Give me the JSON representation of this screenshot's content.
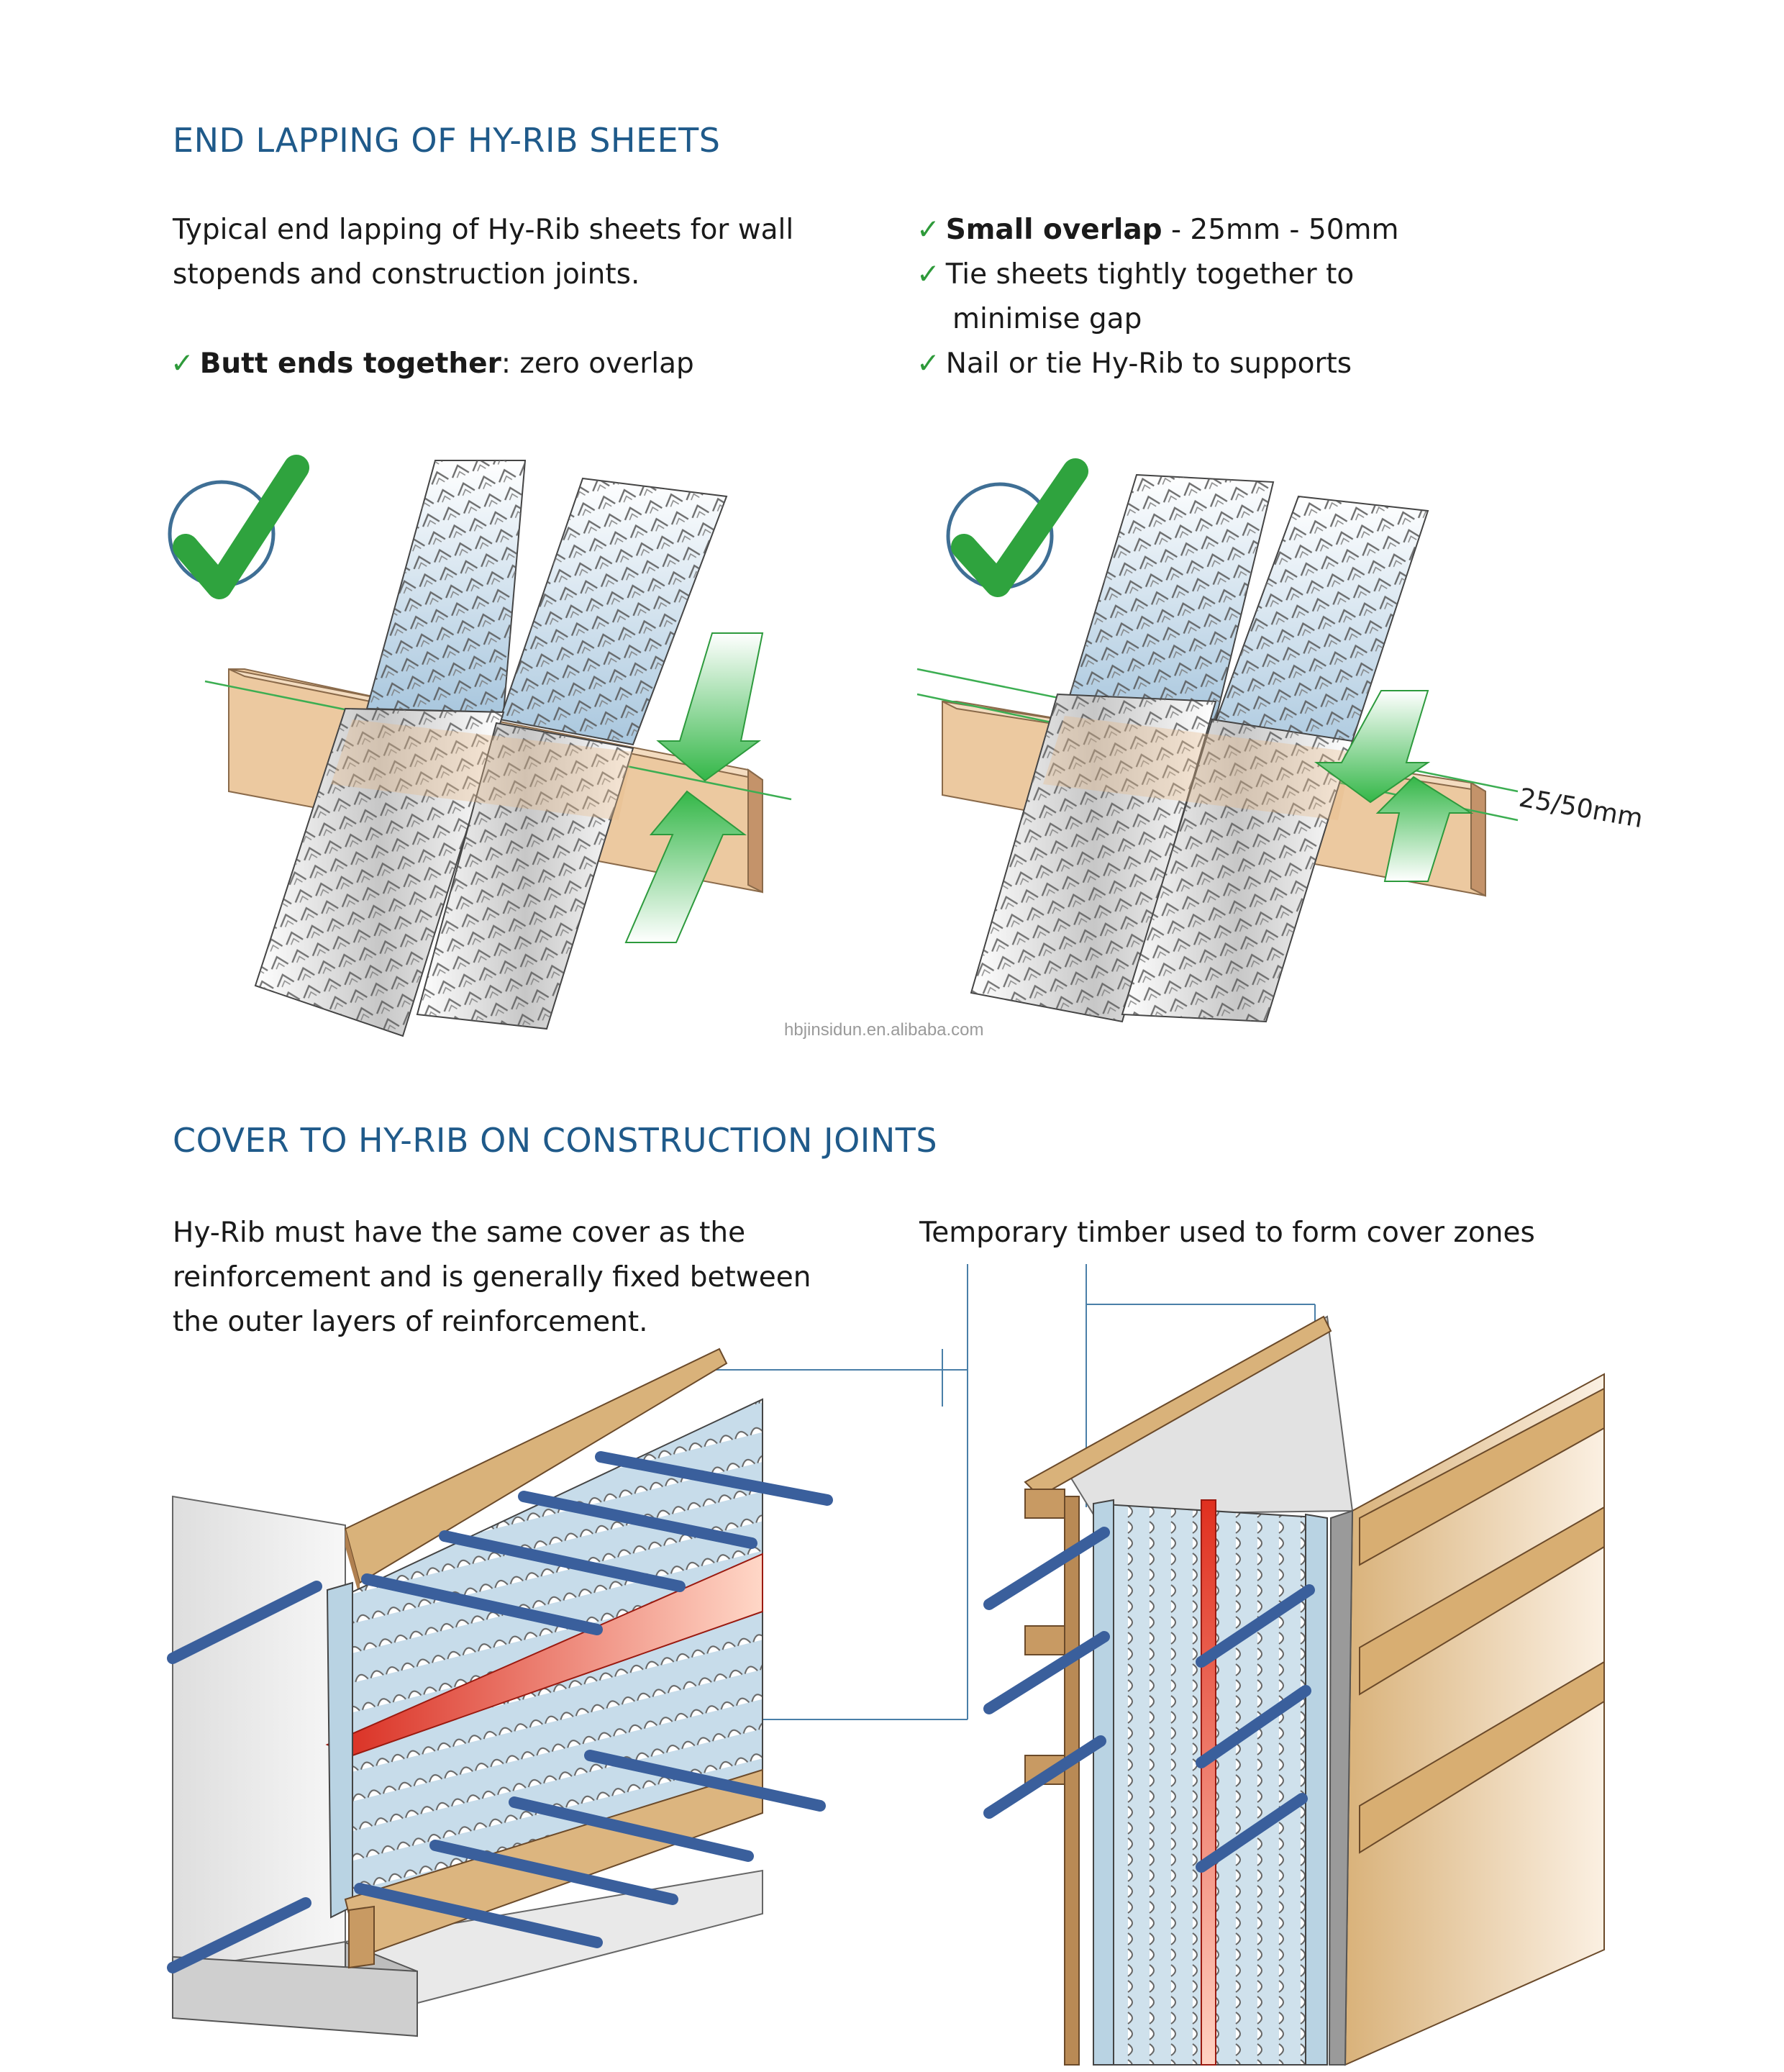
{
  "section1": {
    "title": "END LAPPING OF HY-RIB   SHEETS",
    "intro_line1": "Typical end lapping of Hy-Rib   sheets for wall",
    "intro_line2": "stopends and construction joints.",
    "butt_bold": "Butt ends together",
    "butt_rest": ": zero overlap",
    "overlap_bold": "Small overlap",
    "overlap_rest": " -  25mm - 50mm",
    "tie_line1": "Tie sheets tightly together to",
    "tie_line2": "minimise gap",
    "nail_line": "Nail or tie Hy-Rib   to supports",
    "tick_glyph": "✓",
    "dimension_label": "25/50mm"
  },
  "watermark": "hbjinsidun.en.alibaba.com",
  "section2": {
    "title": "COVER TO HY-RIB   ON CONSTRUCTION JOINTS",
    "text_line1": "Hy-Rib   must have the same cover as the",
    "text_line2": "reinforcement and is generally fixed between",
    "text_line3": "the outer layers of reinforcement.",
    "callout": "Temporary timber used to form cover zones"
  },
  "colors": {
    "heading": "#1f5a8a",
    "check_green": "#2e9a3a",
    "arrow_green": "#3dbb4e",
    "timber": "#e8c49a",
    "rebar": "#3a5f9c",
    "joint_red": "#e23a2a",
    "mesh_blue": "#bfd7e6"
  },
  "icons": {
    "check_badge": "check-circle-icon",
    "compress_arrows": "compress-arrows-icon"
  }
}
